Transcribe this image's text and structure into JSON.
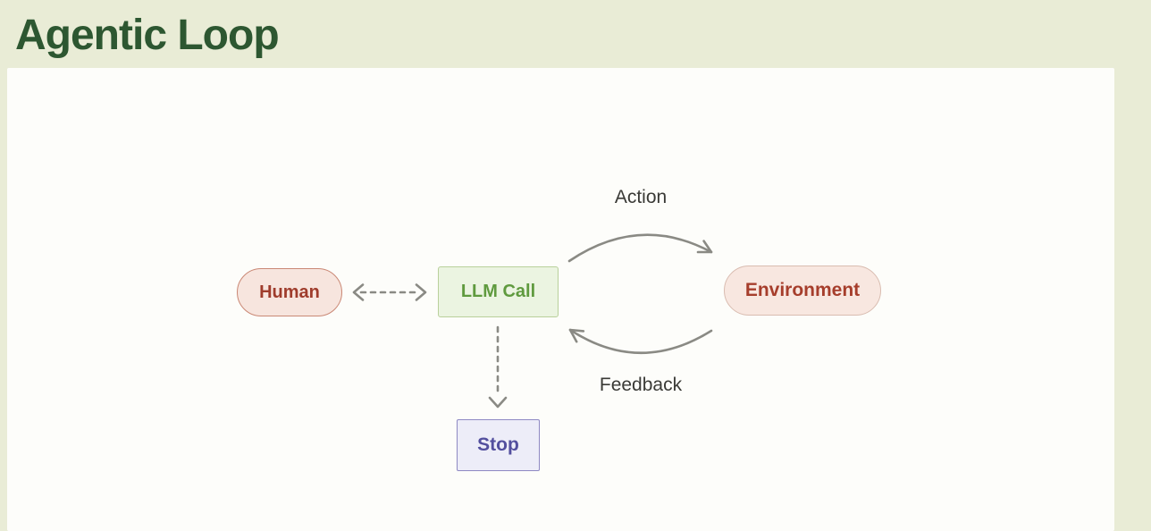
{
  "title": "Agentic Loop",
  "colors": {
    "page_background": "#e9ecd6",
    "panel_background": "#fdfdfa",
    "title_green": "#2d5731",
    "human_fill": "#f7e5de",
    "human_border": "#ca8875",
    "human_text": "#9f3c2c",
    "llm_call_fill": "#ebf4e1",
    "llm_call_border": "#b9d09b",
    "llm_call_text": "#5f9a3e",
    "environment_fill": "#f8e7e0",
    "environment_border": "#d9bcb0",
    "environment_text": "#a63e2c",
    "stop_fill": "#ededf8",
    "stop_border": "#8e89c3",
    "stop_text": "#534f9e",
    "arrow_gray": "#8a8a84",
    "edge_label_text": "#3a3a36"
  },
  "diagram": {
    "nodes": {
      "human": {
        "label": "Human",
        "shape": "pill"
      },
      "llm_call": {
        "label": "LLM Call",
        "shape": "rect"
      },
      "environment": {
        "label": "Environment",
        "shape": "pill"
      },
      "stop": {
        "label": "Stop",
        "shape": "rect"
      }
    },
    "edge_labels": {
      "action": "Action",
      "feedback": "Feedback"
    },
    "edges": [
      {
        "from": "human",
        "to": "llm_call",
        "style": "dashed",
        "direction": "bidirectional",
        "label": ""
      },
      {
        "from": "llm_call",
        "to": "environment",
        "style": "solid-curved-up",
        "label": "Action"
      },
      {
        "from": "environment",
        "to": "llm_call",
        "style": "solid-curved-down",
        "label": "Feedback"
      },
      {
        "from": "llm_call",
        "to": "stop",
        "style": "dashed",
        "direction": "down",
        "label": ""
      }
    ]
  }
}
